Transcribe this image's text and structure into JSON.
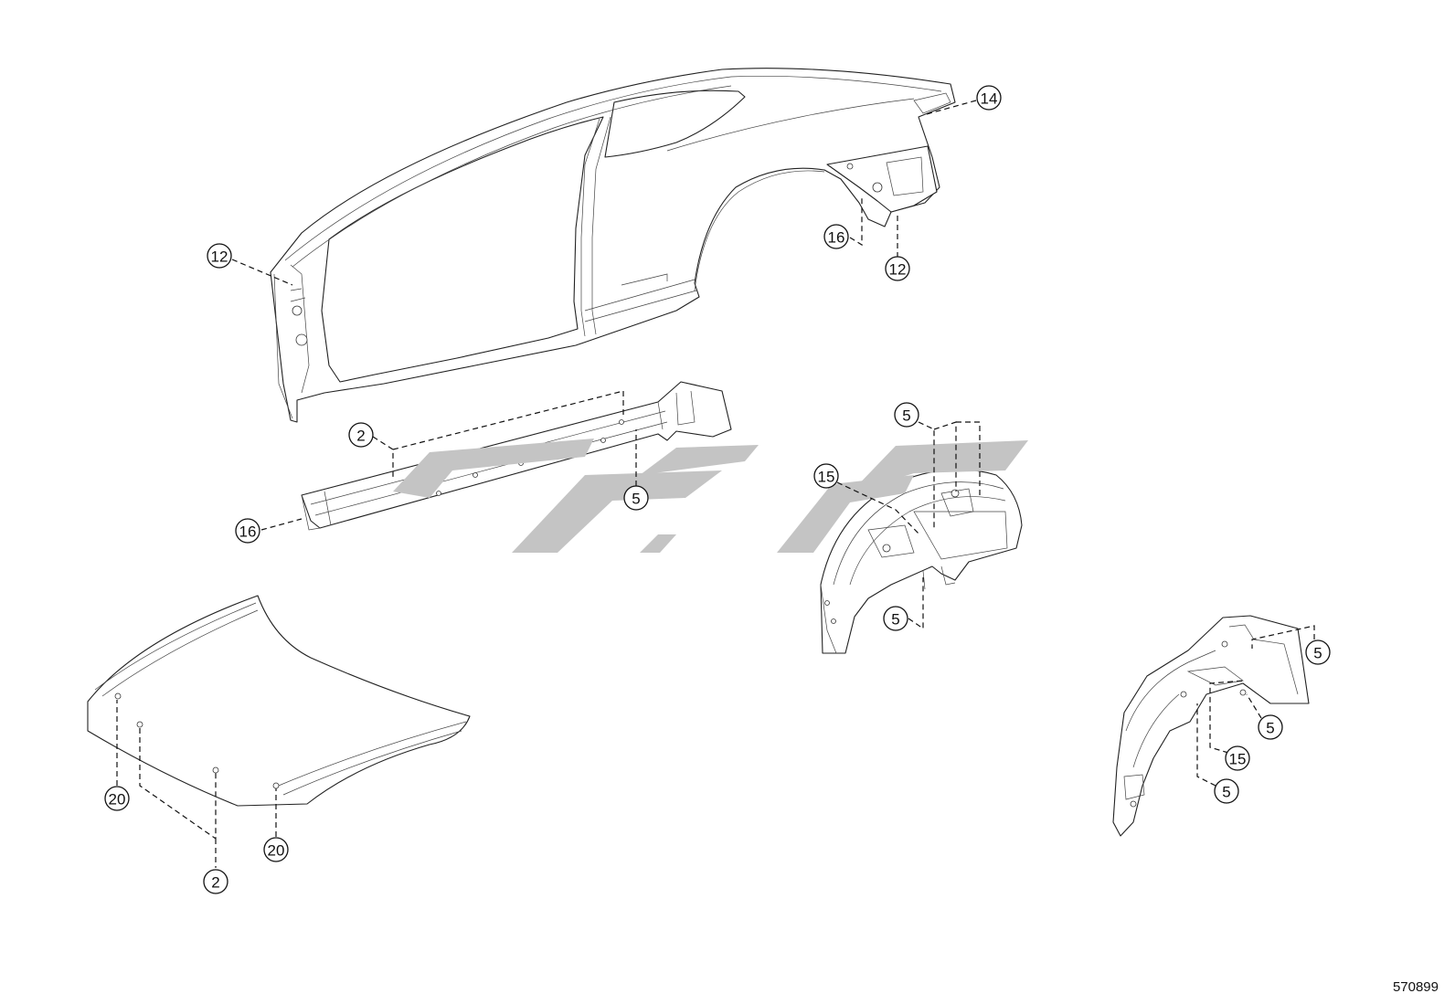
{
  "diagram": {
    "reference_number": "570899",
    "parts": [
      {
        "id": "body-side-panel",
        "callouts": [
          "12",
          "14",
          "16",
          "12"
        ]
      },
      {
        "id": "rocker-panel",
        "callouts": [
          "2",
          "5",
          "16"
        ]
      },
      {
        "id": "rear-wheel-housing",
        "callouts": [
          "5",
          "15",
          "5"
        ]
      },
      {
        "id": "hood-panel",
        "callouts": [
          "20",
          "2",
          "20"
        ]
      },
      {
        "id": "front-fender-apron",
        "callouts": [
          "5",
          "5",
          "15",
          "5"
        ]
      }
    ]
  }
}
